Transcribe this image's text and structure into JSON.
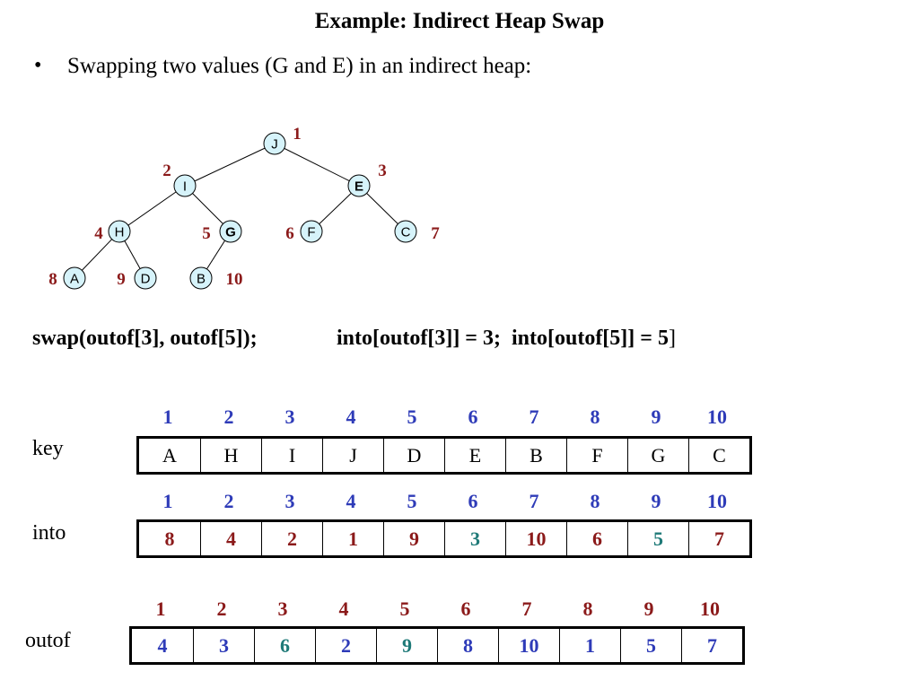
{
  "title": "Example:  Indirect Heap Swap",
  "bullet": {
    "marker": "•",
    "text": "Swapping two values (G and E) in an indirect heap:"
  },
  "colors": {
    "dark_red": "#8B1A1A",
    "blue": "#2E3BB8",
    "teal": "#1F7A78",
    "node_fill": "#D6F3FA"
  },
  "tree": {
    "nodes": [
      {
        "pos": "1",
        "key": "J",
        "bold": false
      },
      {
        "pos": "2",
        "key": "I",
        "bold": false
      },
      {
        "pos": "3",
        "key": "E",
        "bold": true
      },
      {
        "pos": "4",
        "key": "H",
        "bold": false
      },
      {
        "pos": "5",
        "key": "G",
        "bold": true
      },
      {
        "pos": "6",
        "key": "F",
        "bold": false
      },
      {
        "pos": "7",
        "key": "C",
        "bold": false
      },
      {
        "pos": "8",
        "key": "A",
        "bold": false
      },
      {
        "pos": "9",
        "key": "D",
        "bold": false
      },
      {
        "pos": "10",
        "key": "B",
        "bold": false
      }
    ]
  },
  "code": {
    "swap": "swap(outof[3], outof[5]);",
    "into": "into[outof[3]] = 3;  into[outof[5]] = 5",
    "into_close": "]"
  },
  "arrays": {
    "key": {
      "label": "key",
      "indices": [
        "1",
        "2",
        "3",
        "4",
        "5",
        "6",
        "7",
        "8",
        "9",
        "10"
      ],
      "values": [
        "A",
        "H",
        "I",
        "J",
        "D",
        "E",
        "B",
        "F",
        "G",
        "C"
      ]
    },
    "into": {
      "label": "into",
      "indices": [
        "1",
        "2",
        "3",
        "4",
        "5",
        "6",
        "7",
        "8",
        "9",
        "10"
      ],
      "values": [
        "8",
        "4",
        "2",
        "1",
        "9",
        "3",
        "10",
        "6",
        "5",
        "7"
      ]
    },
    "outof": {
      "label": "outof",
      "indices": [
        "1",
        "2",
        "3",
        "4",
        "5",
        "6",
        "7",
        "8",
        "9",
        "10"
      ],
      "values": [
        "4",
        "3",
        "6",
        "2",
        "9",
        "8",
        "10",
        "1",
        "5",
        "7"
      ]
    }
  }
}
